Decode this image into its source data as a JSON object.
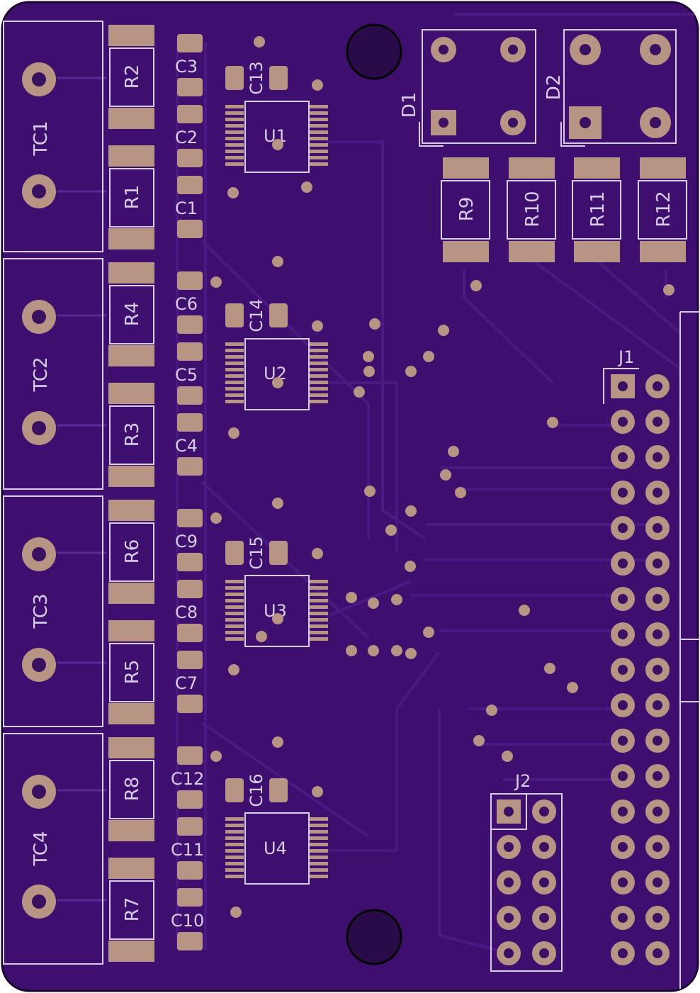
{
  "colors": {
    "board": "#3f0f70",
    "copper": "#b89484",
    "silk": "#d6cde6",
    "trace": "#4a1a82"
  },
  "connectors": {
    "tc": [
      {
        "label": "TC1"
      },
      {
        "label": "TC2"
      },
      {
        "label": "TC3"
      },
      {
        "label": "TC4"
      }
    ],
    "j1": {
      "label": "J1"
    },
    "j2": {
      "label": "J2"
    }
  },
  "resistors": {
    "r1": "R1",
    "r2": "R2",
    "r3": "R3",
    "r4": "R4",
    "r5": "R5",
    "r6": "R6",
    "r7": "R7",
    "r8": "R8",
    "r9": "R9",
    "r10": "R10",
    "r11": "R11",
    "r12": "R12"
  },
  "capacitors": {
    "c1": "C1",
    "c2": "C2",
    "c3": "C3",
    "c4": "C4",
    "c5": "C5",
    "c6": "C6",
    "c7": "C7",
    "c8": "C8",
    "c9": "C9",
    "c10": "C10",
    "c11": "C11",
    "c12": "C12",
    "c13": "C13",
    "c14": "C14",
    "c15": "C15",
    "c16": "C16"
  },
  "ics": {
    "u1": "U1",
    "u2": "U2",
    "u3": "U3",
    "u4": "U4"
  },
  "leds": {
    "d1": "D1",
    "d2": "D2"
  }
}
